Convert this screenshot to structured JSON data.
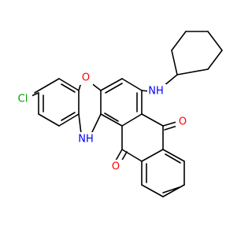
{
  "molecule": {
    "colors": {
      "bond": "#000000",
      "carbon": "#000000",
      "chlorine": "#00a000",
      "oxygen": "#ff0000",
      "nitrogen": "#0000ff"
    },
    "labels": {
      "chlorine": "Cl",
      "ring_oxygen": "O",
      "ring_nh": "NH",
      "amine_nh": "NH",
      "ketone_o_top": "O",
      "ketone_o_bottom": "O"
    }
  }
}
